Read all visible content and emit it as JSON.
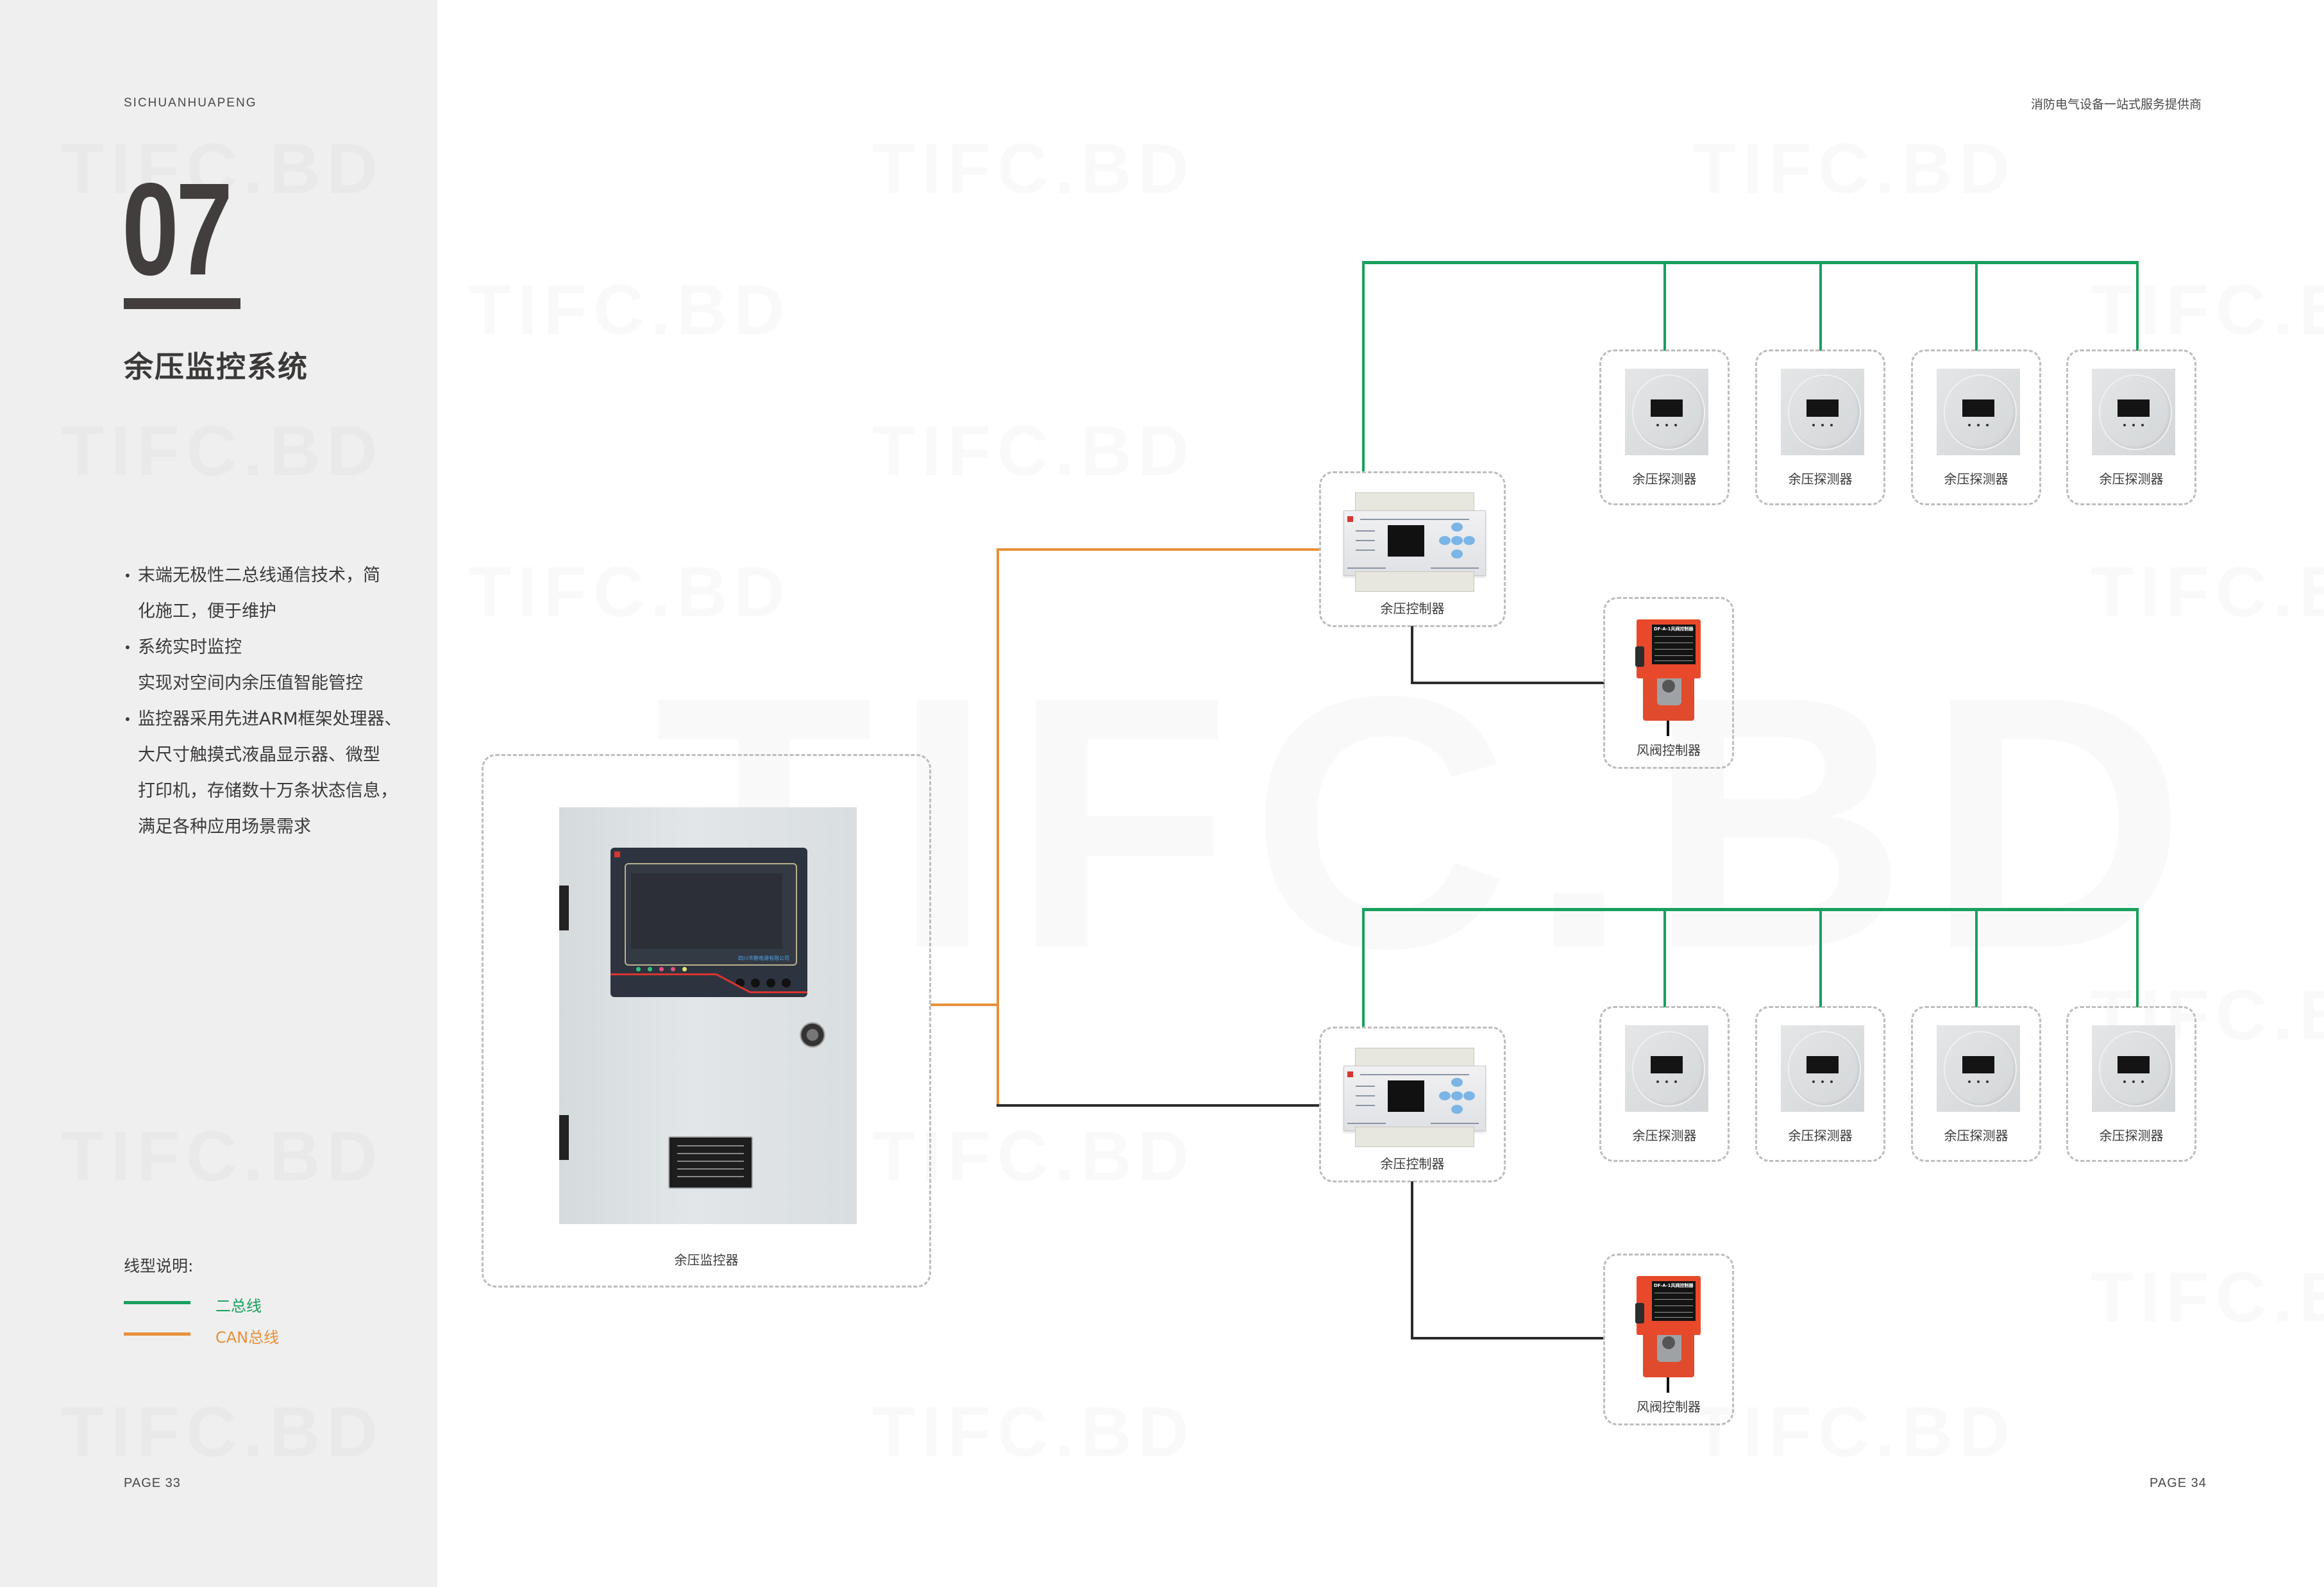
{
  "header": {
    "brand": "SICHUANHUAPENG",
    "tagline": "消防电气设备一站式服务提供商"
  },
  "chapter": {
    "number": "07",
    "title": "余压监控系统"
  },
  "features": [
    {
      "lines": [
        "末端无极性二总线通信技术，简",
        "化施工，便于维护"
      ]
    },
    {
      "lines": [
        "系统实时监控",
        "实现对空间内余压值智能管控"
      ]
    },
    {
      "lines": [
        "监控器采用先进ARM框架处理器、",
        "大尺寸触摸式液晶显示器、微型",
        "打印机，存储数十万条状态信息，",
        "满足各种应用场景需求"
      ]
    }
  ],
  "legend": {
    "title": "线型说明:",
    "items": [
      {
        "label": "二总线",
        "color": "#18a05e"
      },
      {
        "label": "CAN总线",
        "color": "#e8903a"
      }
    ]
  },
  "footer": {
    "left_page": "PAGE 33",
    "right_page": "PAGE 34"
  },
  "watermark": "TIFC.BD",
  "diagram": {
    "monitor": {
      "label": "余压监控器",
      "screen_brand": "四川华鹏电源有限公司"
    },
    "groups": [
      {
        "controller": {
          "label": "余压控制器"
        },
        "detectors": [
          {
            "label": "余压探测器"
          },
          {
            "label": "余压探测器"
          },
          {
            "label": "余压探测器"
          },
          {
            "label": "余压探测器"
          }
        ],
        "damper": {
          "label": "风阀控制器",
          "model_plate": "DF-A-1风阀控制器"
        }
      },
      {
        "controller": {
          "label": "余压控制器"
        },
        "detectors": [
          {
            "label": "余压探测器"
          },
          {
            "label": "余压探测器"
          },
          {
            "label": "余压探测器"
          },
          {
            "label": "余压探测器"
          }
        ],
        "damper": {
          "label": "风阀控制器",
          "model_plate": "DF-A-1风阀控制器"
        }
      }
    ]
  }
}
